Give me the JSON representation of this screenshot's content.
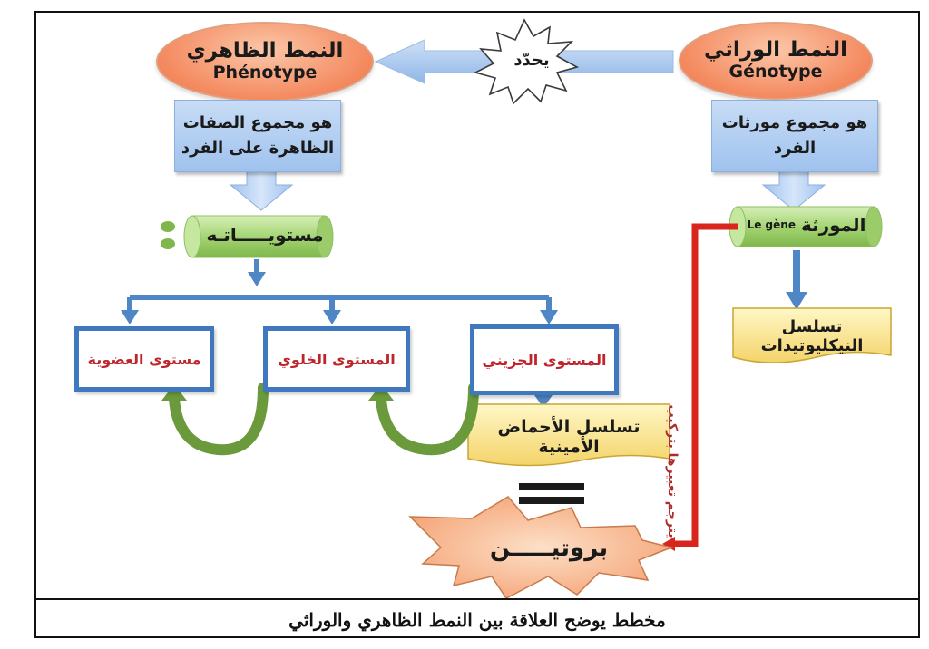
{
  "genotype": {
    "ar": "النمط الوراثي",
    "fr": "Génotype"
  },
  "phenotype": {
    "ar": "النمط الظاهري",
    "fr": "Phénotype"
  },
  "determines": "يحدّد",
  "genotype_def": {
    "line1": "هو مجموع مورثات",
    "line2": "الفرد"
  },
  "phenotype_def": {
    "line1": "هو مجموع الصفات",
    "line2": "الظاهرة على الفرد"
  },
  "gene": {
    "ar": "المورثة",
    "fr": "Le gène"
  },
  "nucleotide_seq": "تسلسل النيكليوتيدات",
  "levels_title": "مستويـــــاتـه",
  "levels": {
    "molecular": "المستوى الجزيني",
    "cellular": "المستوى الخلوي",
    "organism": "مستوى العضوية"
  },
  "amino_seq": "تسلسل الأحماض الأمينية",
  "translate_label": "يترجم تعبيرها بتركيب",
  "protein": "بروتيـــــن",
  "caption": "مخطط يوضح العلاقة بين النمط الظاهري والوراثي",
  "colors": {
    "blue_arrow": "#4f86c6",
    "red_line": "#d9261c",
    "green_curve": "#6a9a3c",
    "level_border": "#3f78bf",
    "level_text": "#c0242b"
  }
}
